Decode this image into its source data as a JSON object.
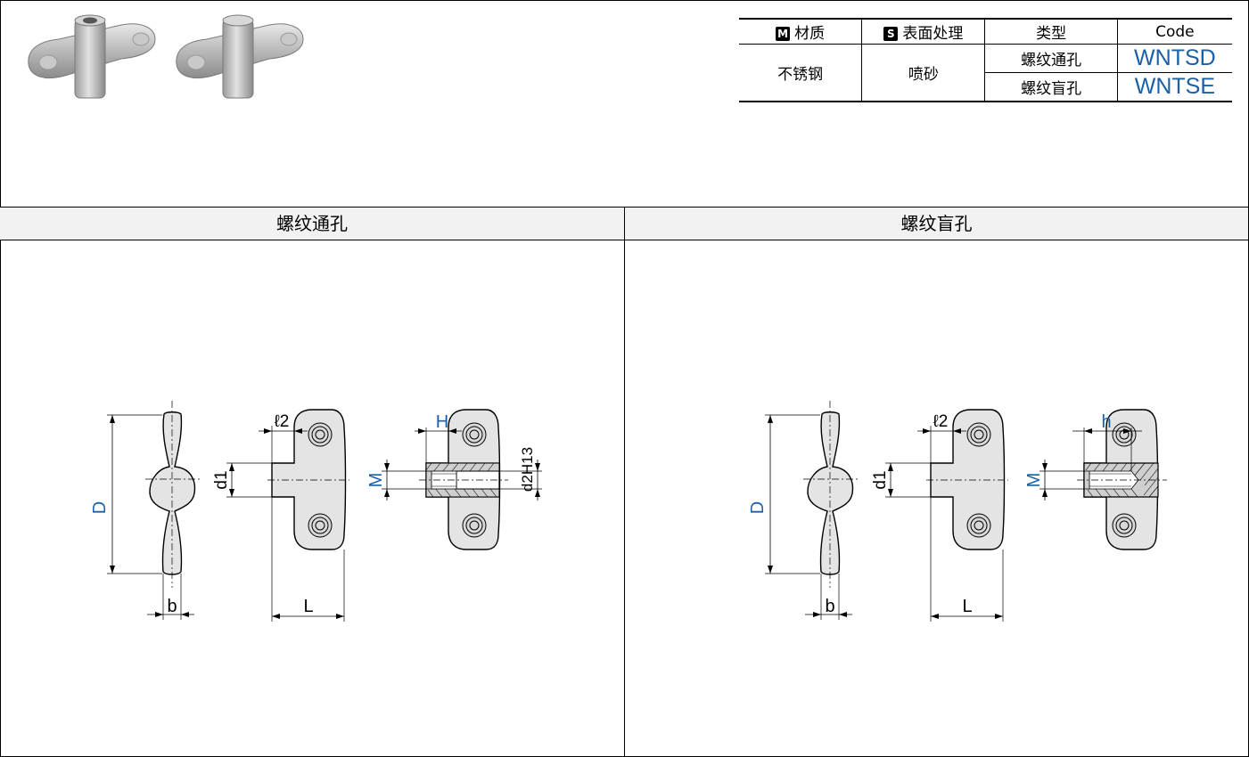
{
  "product_photos": [
    "wing-nut-through-hole-photo",
    "wing-nut-blind-hole-photo"
  ],
  "spec_table": {
    "headers": {
      "material": {
        "badge": "M",
        "label": "材质"
      },
      "surface": {
        "badge": "S",
        "label": "表面处理"
      },
      "type": {
        "label": "类型"
      },
      "code": {
        "label": "Code"
      }
    },
    "material": "不锈钢",
    "surface": "喷砂",
    "rows": [
      {
        "type": "螺纹通孔",
        "code": "WNTSD"
      },
      {
        "type": "螺纹盲孔",
        "code": "WNTSE"
      }
    ]
  },
  "panels": {
    "left": {
      "title": "螺纹通孔",
      "dims": {
        "D": "D",
        "b": "b",
        "l2": "ℓ2",
        "d1": "d1",
        "L": "L",
        "H": "H",
        "M": "M",
        "d2": "d2H13"
      }
    },
    "right": {
      "title": "螺纹盲孔",
      "dims": {
        "D": "D",
        "b": "b",
        "l2": "ℓ2",
        "d1": "d1",
        "L": "L",
        "h": "h",
        "M": "M"
      }
    }
  },
  "colors": {
    "dimension_blue": "#1a5fa8",
    "accent_code": "#1a5fa8",
    "part_fill": "#e4e4e4"
  }
}
